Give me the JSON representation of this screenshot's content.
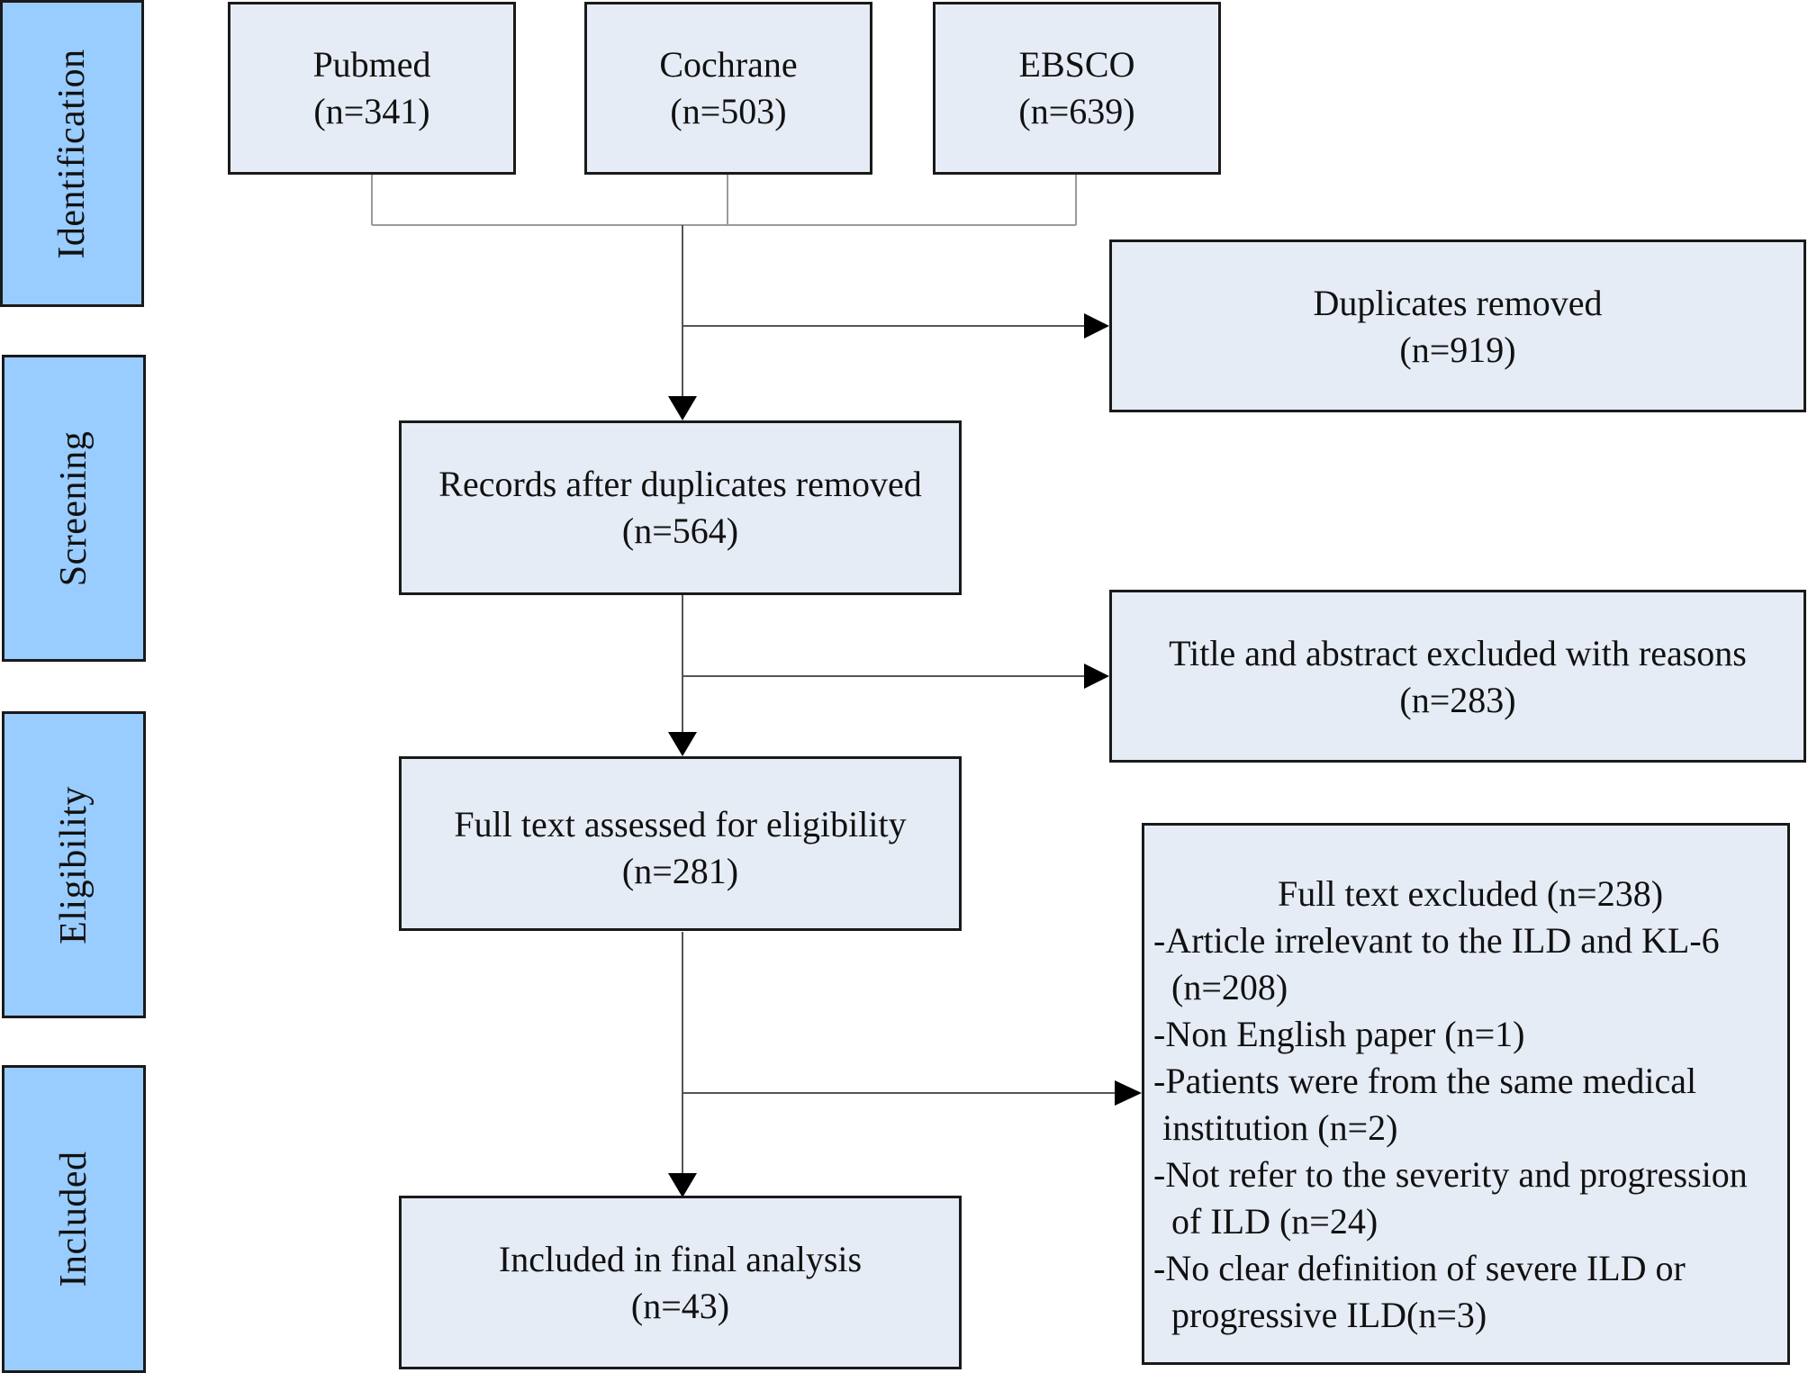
{
  "stages": {
    "identification": "Identification",
    "screening": "Screening",
    "eligibility": "Eligibility",
    "included": "Included"
  },
  "sources": [
    {
      "name": "Pubmed",
      "count": "(n=341)"
    },
    {
      "name": "Cochrane",
      "count": "(n=503)"
    },
    {
      "name": "EBSCO",
      "count": "(n=639)"
    }
  ],
  "duplicates_removed": {
    "title": "Duplicates removed",
    "count": "(n=919)"
  },
  "after_duplicates": {
    "title": "Records after duplicates removed",
    "count": "(n=564)"
  },
  "title_abstract_excluded": {
    "title": "Title and abstract excluded with reasons",
    "count": "(n=283)"
  },
  "full_text_assessed": {
    "title": "Full text assessed for eligibility",
    "count": "(n=281)"
  },
  "full_text_excluded": {
    "title": "Full text excluded (n=238)",
    "lines": [
      "-Article irrelevant to the ILD and KL-6",
      "(n=208)",
      "-Non English paper (n=1)",
      "-Patients were from the same medical",
      "institution (n=2)",
      "-Not refer to the severity and progression",
      "of ILD (n=24)",
      "-No clear definition of severe ILD or",
      "progressive ILD(n=3)"
    ]
  },
  "included_final": {
    "title": "Included in final analysis",
    "count": "(n=43)"
  }
}
